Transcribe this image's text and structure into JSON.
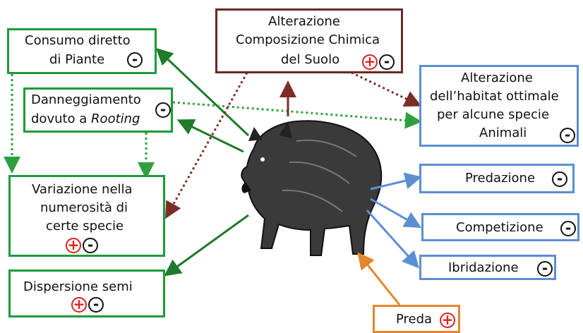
{
  "boxes": {
    "consumo": {
      "line1": "Consumo diretto",
      "line2": "di Piante",
      "sign_minus": "-"
    },
    "rooting": {
      "line1": "Danneggiamento",
      "line2_prefix": "dovuto a ",
      "line2_italic": "Rooting",
      "sign_minus": "-"
    },
    "variazione": {
      "line1": "Variazione nella",
      "line2": "numerosità di",
      "line3": "certe specie",
      "sign_plus": "+",
      "sign_minus": "-"
    },
    "dispersione": {
      "line1": "Dispersione semi",
      "sign_plus": "+",
      "sign_minus": "-"
    },
    "alterazione_suolo": {
      "line1": "Alterazione",
      "line2": "Composizione Chimica",
      "line3": "del Suolo",
      "sign_plus": "+",
      "sign_minus": "-"
    },
    "habitat": {
      "line1": "Alterazione",
      "line2": "dell’habitat ottimale",
      "line3": "per alcune specie",
      "line4": "Animali",
      "sign_minus": "-"
    },
    "predazione": {
      "label": "Predazione",
      "sign_minus": "-"
    },
    "competizione": {
      "label": "Competizione",
      "sign_minus": "-"
    },
    "ibridazione": {
      "label": "Ibridazione",
      "sign_minus": "-"
    },
    "preda": {
      "label": "Preda",
      "sign_plus": "+"
    }
  },
  "colors": {
    "green": "#1f9a3b",
    "brown": "#6b2a22",
    "blue": "#5b8fd1",
    "orange": "#e4862b",
    "plus_red": "#e02020"
  }
}
